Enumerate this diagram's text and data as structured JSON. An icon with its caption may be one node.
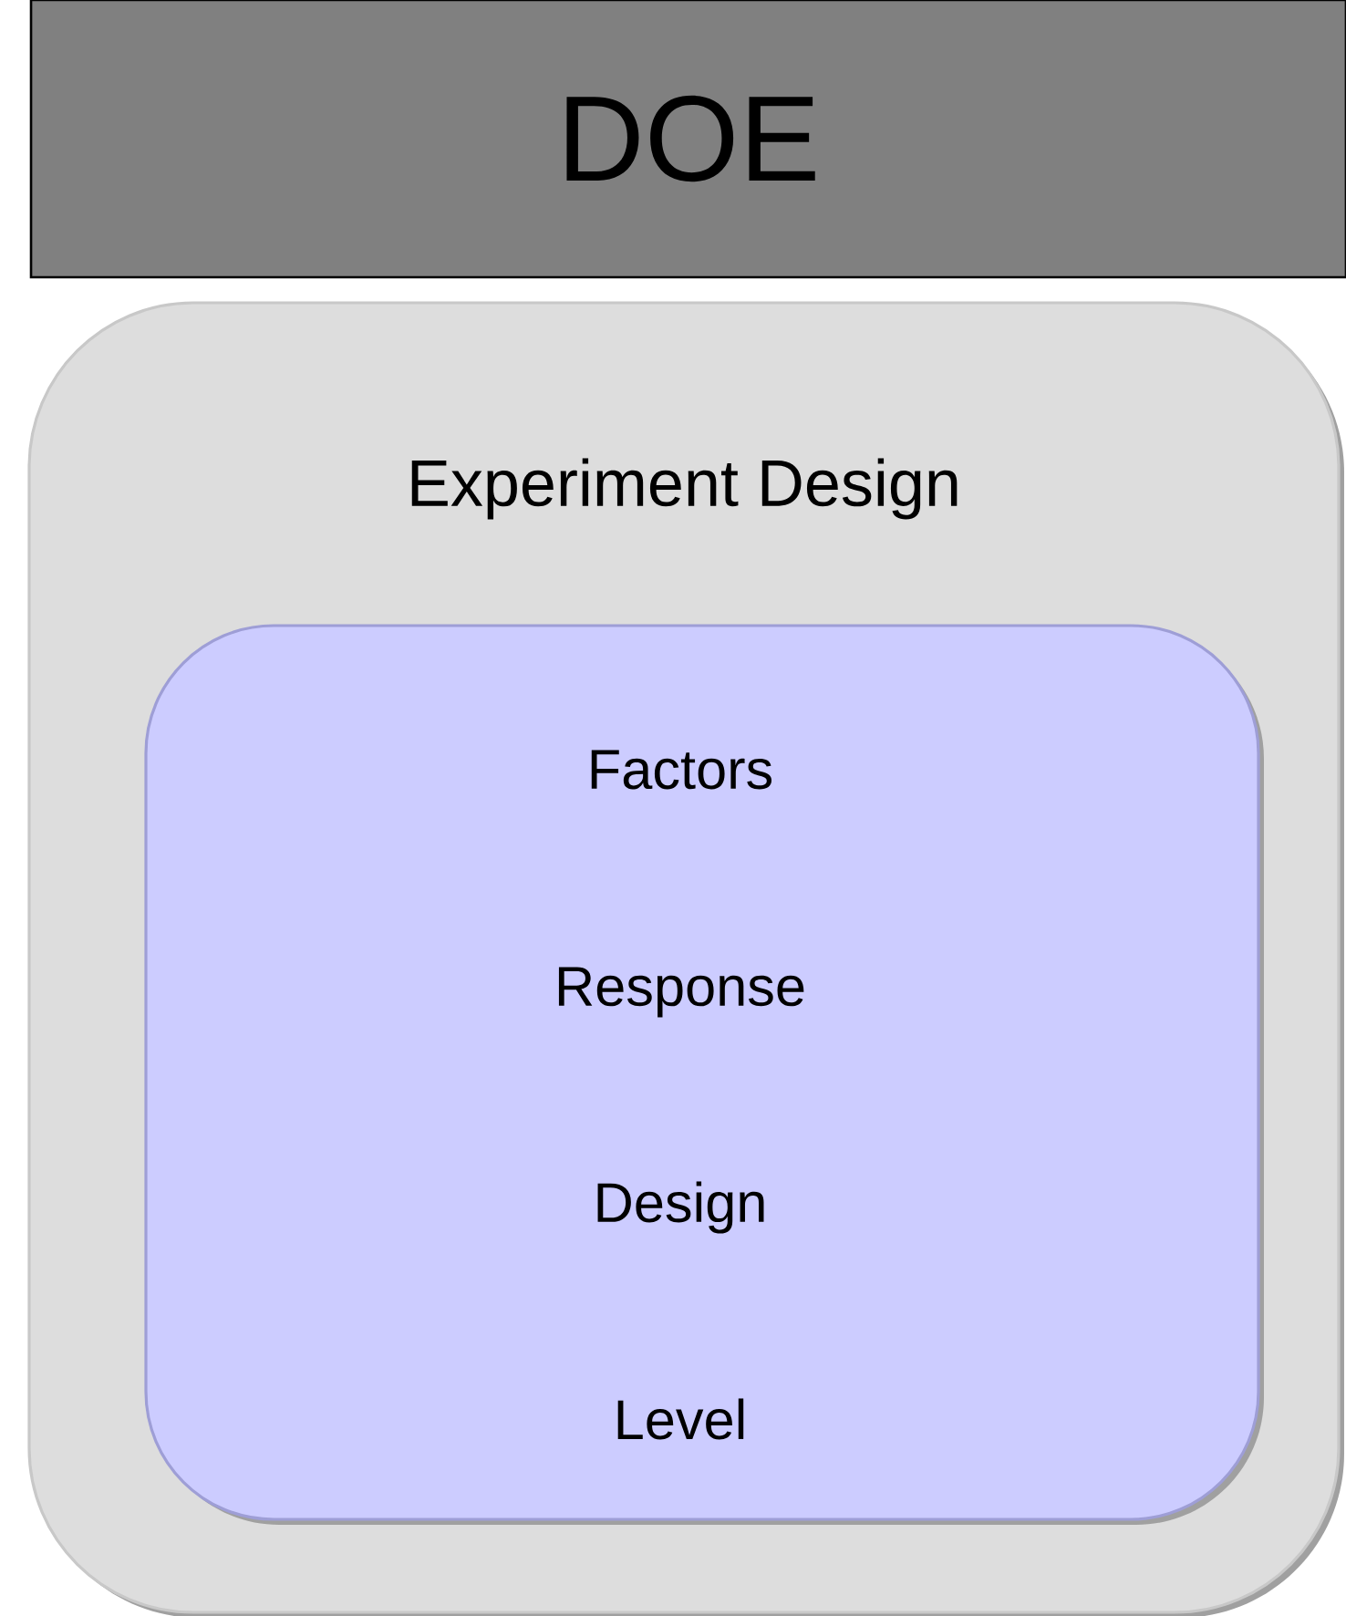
{
  "diagram": {
    "nodes": [
      {
        "text": [
          "DOE"
        ]
      },
      {
        "text": [
          "Experiment Design"
        ]
      },
      {
        "text": [
          "Factors",
          "Response",
          "Design",
          "Level"
        ],
        "in": 1
      }
    ]
  }
}
